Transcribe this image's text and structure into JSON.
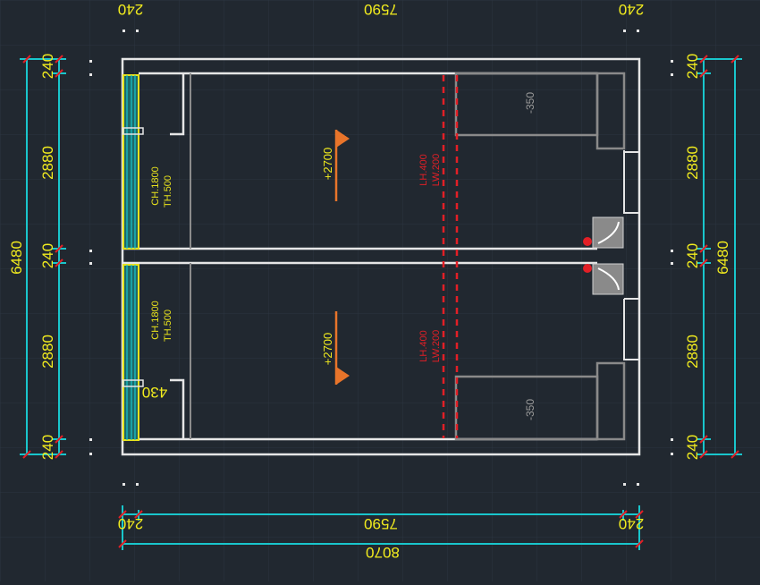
{
  "canvas": {
    "background": "#212830",
    "grid_color": "#2c3540"
  },
  "colors": {
    "wall": "#e6e6e6",
    "dimension": "#19c6cc",
    "dim_text": "#f2ec1e",
    "window": "#e8e21c",
    "window_fill": "#1c9c98",
    "level": "#e8742a",
    "beam": "#e21f26",
    "bed": "#8a8a8a",
    "furniture_text": "#9a9a9a"
  },
  "dims": {
    "top_left": "240",
    "top_mid": "7590",
    "top_right": "240",
    "bottom_left": "240",
    "bottom_mid": "7590",
    "bottom_right": "240",
    "bottom_total": "8070",
    "left_1": "240",
    "left_2": "2880",
    "left_3": "240",
    "left_4": "2880",
    "left_5": "240",
    "left_total": "6480",
    "right_1": "240",
    "right_2": "2880",
    "right_3": "240",
    "right_4": "2880",
    "right_5": "240",
    "right_total": "6480",
    "pier": "430"
  },
  "rooms": [
    {
      "window_label_1": "CH.1800",
      "window_label_2": "TH.500",
      "level": "+2700",
      "beam_1": "LH.400",
      "beam_2": "LW.200",
      "bed_label": "-350"
    },
    {
      "window_label_1": "CH.1800",
      "window_label_2": "TH.500",
      "level": "+2700",
      "beam_1": "LH.400",
      "beam_2": "LW.200",
      "bed_label": "-350"
    }
  ]
}
